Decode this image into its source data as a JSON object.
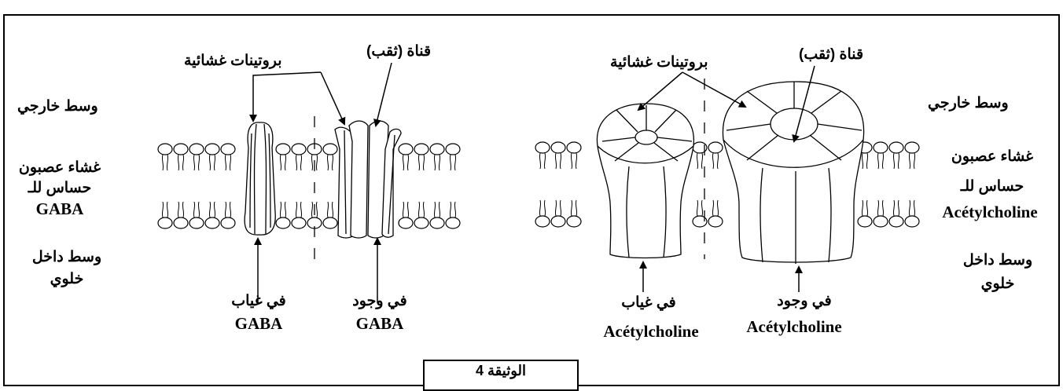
{
  "left_panel": {
    "outer_medium": "وسط خارجي",
    "membrane_line1": "غشاء عصبون",
    "membrane_line2": "حساس للـ",
    "membrane_line3": "GABA",
    "inner_medium_line1": "وسط داخل",
    "inner_medium_line2": "خلوي",
    "proteins_label": "بروتينات غشائية",
    "channel_label": "قناة (ثقب)",
    "absence_line1": "في غياب",
    "absence_line2": "GABA",
    "presence_line1": "في وجود",
    "presence_line2": "GABA"
  },
  "right_panel": {
    "outer_medium": "وسط خارجي",
    "membrane_line1": "غشاء عصبون",
    "membrane_line2": "حساس للـ",
    "membrane_line3": "Acétylcholine",
    "inner_medium_line1": "وسط داخل",
    "inner_medium_line2": "خلوي",
    "proteins_label": "بروتينات غشائية",
    "channel_label": "قناة (ثقب)",
    "absence_line1": "في غياب",
    "absence_line2": "Acétylcholine",
    "presence_line1": "في وجود",
    "presence_line2": "Acétylcholine"
  },
  "document_label": "الوثيقة 4"
}
